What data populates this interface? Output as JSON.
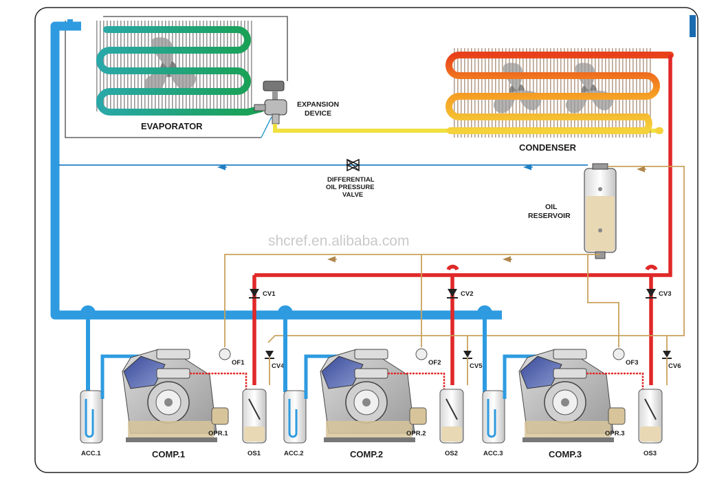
{
  "watermark": "shcref.en.alibaba.com",
  "labels": {
    "evaporator": "EVAPORATOR",
    "expansion_1": "EXPANSION",
    "expansion_2": "DEVICE",
    "condenser": "CONDENSER",
    "diff_1": "DIFFERENTIAL",
    "diff_2": "OIL PRESSURE",
    "diff_3": "VALVE",
    "oil_1": "OIL",
    "oil_2": "RESERVOIR",
    "cv1": "CV1",
    "cv2": "CV2",
    "cv3": "CV3",
    "cv4": "CV4",
    "cv5": "CV5",
    "cv6": "CV6",
    "of1": "OF1",
    "of2": "OF2",
    "of3": "OF3",
    "opr1": "OPR.1",
    "opr2": "OPR.2",
    "opr3": "OPR.3",
    "acc1": "ACC.1",
    "acc2": "ACC.2",
    "acc3": "ACC.3",
    "comp1": "COMP.1",
    "comp2": "COMP.2",
    "comp3": "COMP.3",
    "os1": "OS1",
    "os2": "OS2",
    "os3": "OS3"
  },
  "colors": {
    "suction": "#2e9be0",
    "liquid": "#1f7fc4",
    "discharge": "#e02828",
    "oil": "#c9a15a",
    "oil_fill": "#e8d8b4",
    "evap_dark": "#1aa06a",
    "evap_light": "#2aa8a8",
    "cond_hot": "#f06a1a",
    "cond_warm": "#f5b526",
    "hot_gas": "#f0e040",
    "frame": "#222222"
  }
}
